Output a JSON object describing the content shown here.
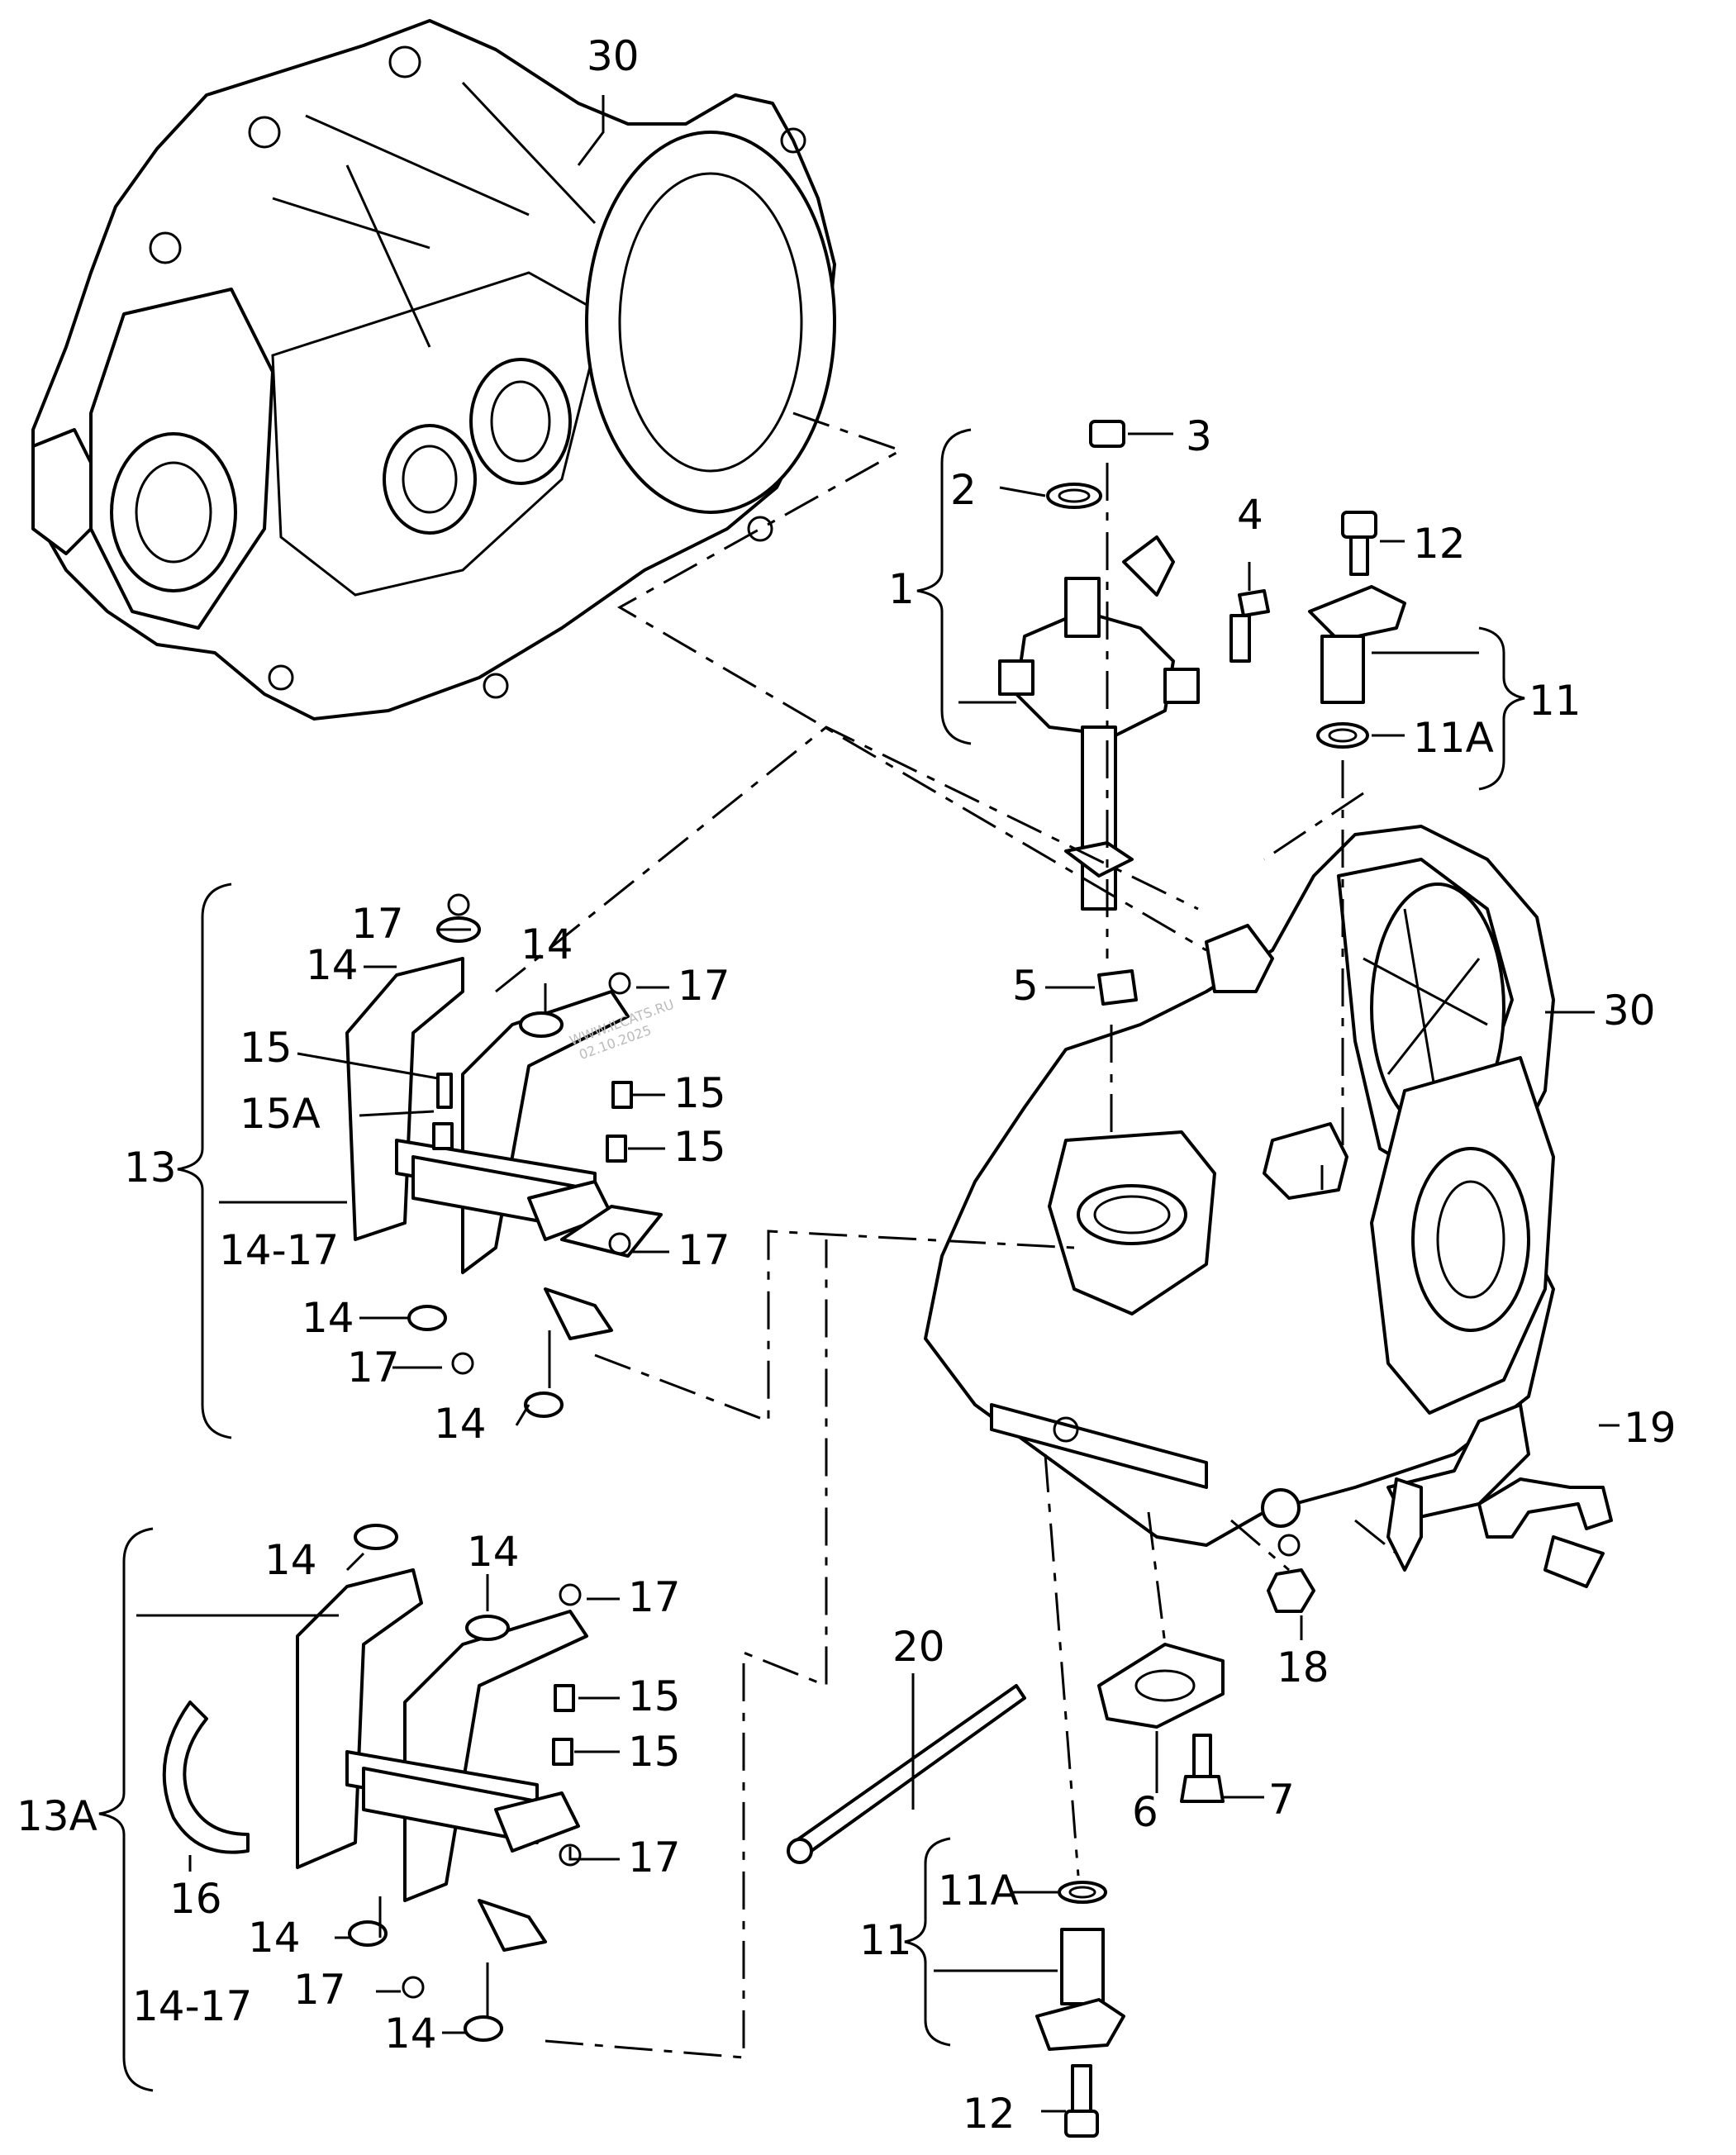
{
  "labels": {
    "l30_top": "30",
    "l3": "3",
    "l2": "2",
    "l1": "1",
    "l4": "4",
    "l12_top": "12",
    "l11_top": "11",
    "l11a_top": "11A",
    "l17_a": "17",
    "l14_a": "14",
    "l14_b": "14",
    "l17_b": "17",
    "l5": "5",
    "l30_right": "30",
    "l15_a": "15",
    "l15a": "15A",
    "l15_b": "15",
    "l15_c": "15",
    "l13": "13",
    "l14_17_a": "14-17",
    "l17_c": "17",
    "l14_c": "14",
    "l17_d": "17",
    "l14_d": "14",
    "l19": "19",
    "l18": "18",
    "l14_e": "14",
    "l14_f": "14",
    "l17_e": "17",
    "l20": "20",
    "l15_d": "15",
    "l15_e": "15",
    "l7": "7",
    "l6": "6",
    "l13a": "13A",
    "l17_f": "17",
    "l16": "16",
    "l11a_bottom": "11A",
    "l11_bottom": "11",
    "l14_g": "14",
    "l17_g": "17",
    "l14_17_b": "14-17",
    "l14_h": "14",
    "l12_bottom": "12"
  },
  "watermark": {
    "line1": "WWW.ILCATS.RU",
    "line2": "02.10.2025"
  }
}
